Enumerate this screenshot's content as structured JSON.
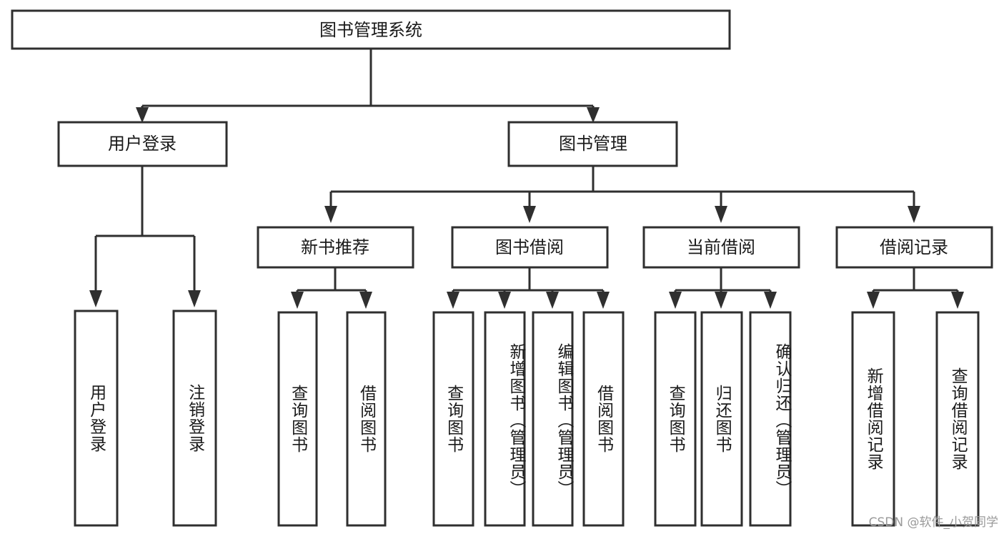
{
  "diagram": {
    "title": "图书管理系统",
    "type": "hierarchy-tree",
    "watermark": "CSDN @软件_小贺同学",
    "colors": {
      "box_stroke": "#2f2f2f",
      "box_fill": "#ffffff",
      "connector": "#2f2f2f",
      "text": "#1a1a1a",
      "background": "#ffffff",
      "watermark": "#9a9a9a"
    },
    "root": {
      "label": "图书管理系统"
    },
    "level2": [
      {
        "label": "用户登录"
      },
      {
        "label": "图书管理"
      }
    ],
    "level3": [
      {
        "label": "新书推荐"
      },
      {
        "label": "图书借阅"
      },
      {
        "label": "当前借阅"
      },
      {
        "label": "借阅记录"
      }
    ],
    "leaves": {
      "user_login": [
        {
          "label": "用户登录"
        },
        {
          "label": "注销登录"
        }
      ],
      "new_book_recommend": [
        {
          "label": "查询图书"
        },
        {
          "label": "借阅图书"
        }
      ],
      "book_borrow": [
        {
          "label": "查询图书"
        },
        {
          "label": "新增图书（管理员）"
        },
        {
          "label": "编辑图书（管理员）"
        },
        {
          "label": "借阅图书"
        }
      ],
      "current_borrow": [
        {
          "label": "查询图书"
        },
        {
          "label": "归还图书"
        },
        {
          "label": "确认归还（管理员）"
        }
      ],
      "borrow_record": [
        {
          "label": "新增借阅记录"
        },
        {
          "label": "查询借阅记录"
        }
      ]
    }
  }
}
